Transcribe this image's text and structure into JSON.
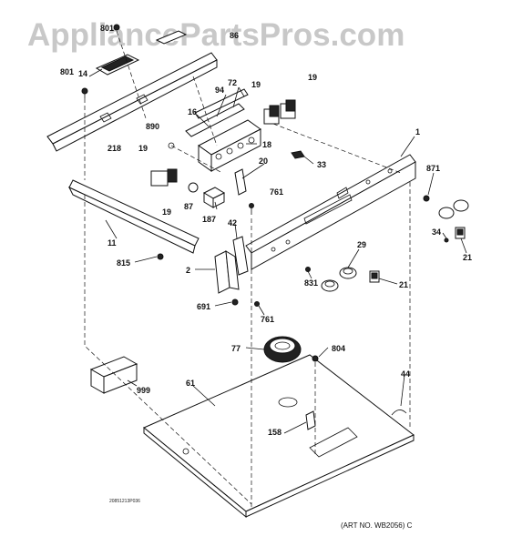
{
  "watermark": "AppliancePartsPros.com",
  "art_number": "(ART NO. WB2056) C",
  "catalog_code": "20851213P036",
  "callouts": [
    {
      "id": "c-801a",
      "text": "801"
    },
    {
      "id": "c-86",
      "text": "86"
    },
    {
      "id": "c-14",
      "text": "14"
    },
    {
      "id": "c-801b",
      "text": "801"
    },
    {
      "id": "c-218",
      "text": "218"
    },
    {
      "id": "c-94",
      "text": "94"
    },
    {
      "id": "c-72",
      "text": "72"
    },
    {
      "id": "c-16",
      "text": "16"
    },
    {
      "id": "c-19a",
      "text": "19"
    },
    {
      "id": "c-19b",
      "text": "19"
    },
    {
      "id": "c-890",
      "text": "890"
    },
    {
      "id": "c-18",
      "text": "18"
    },
    {
      "id": "c-1",
      "text": "1"
    },
    {
      "id": "c-19c",
      "text": "19"
    },
    {
      "id": "c-20",
      "text": "20"
    },
    {
      "id": "c-33",
      "text": "33"
    },
    {
      "id": "c-871",
      "text": "871"
    },
    {
      "id": "c-19d",
      "text": "19"
    },
    {
      "id": "c-87",
      "text": "87"
    },
    {
      "id": "c-761a",
      "text": "761"
    },
    {
      "id": "c-187",
      "text": "187"
    },
    {
      "id": "c-42",
      "text": "42"
    },
    {
      "id": "c-11",
      "text": "11"
    },
    {
      "id": "c-34",
      "text": "34"
    },
    {
      "id": "c-21a",
      "text": "21"
    },
    {
      "id": "c-29",
      "text": "29"
    },
    {
      "id": "c-815",
      "text": "815"
    },
    {
      "id": "c-2",
      "text": "2"
    },
    {
      "id": "c-831",
      "text": "831"
    },
    {
      "id": "c-21b",
      "text": "21"
    },
    {
      "id": "c-691",
      "text": "691"
    },
    {
      "id": "c-761b",
      "text": "761"
    },
    {
      "id": "c-77",
      "text": "77"
    },
    {
      "id": "c-804",
      "text": "804"
    },
    {
      "id": "c-999",
      "text": "999"
    },
    {
      "id": "c-61",
      "text": "61"
    },
    {
      "id": "c-44",
      "text": "44"
    },
    {
      "id": "c-158",
      "text": "158"
    }
  ]
}
